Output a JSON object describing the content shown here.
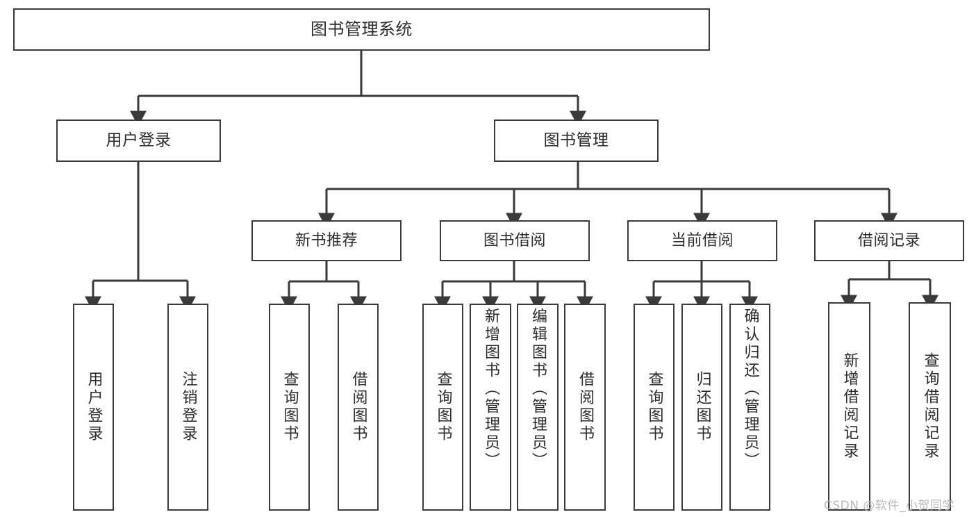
{
  "diagram": {
    "title": "图书管理系统",
    "type": "tree",
    "root": {
      "label": "图书管理系统"
    },
    "level2": [
      {
        "label": "用户登录"
      },
      {
        "label": "图书管理"
      }
    ],
    "level3": [
      {
        "label": "新书推荐"
      },
      {
        "label": "图书借阅"
      },
      {
        "label": "当前借阅"
      },
      {
        "label": "借阅记录"
      }
    ],
    "leaves": {
      "user_login": [
        {
          "label": "用户登录"
        },
        {
          "label": "注销登录"
        }
      ],
      "new_book_recommend": [
        {
          "label": "查询图书"
        },
        {
          "label": "借阅图书"
        }
      ],
      "book_borrow": [
        {
          "label": "查询图书"
        },
        {
          "label": "新增图书（管理员）"
        },
        {
          "label": "编辑图书（管理员）"
        },
        {
          "label": "借阅图书"
        }
      ],
      "current_borrow": [
        {
          "label": "查询图书"
        },
        {
          "label": "归还图书"
        },
        {
          "label": "确认归还（管理员）"
        }
      ],
      "borrow_record": [
        {
          "label": "新增借阅记录"
        },
        {
          "label": "查询借阅记录"
        }
      ]
    }
  },
  "watermark": {
    "text": "CSDN @软件_小贺同学"
  },
  "colors": {
    "border": "#3a3a3a",
    "text": "#2b2b2b",
    "background": "#ffffff",
    "watermark": "#b9b9b9"
  }
}
